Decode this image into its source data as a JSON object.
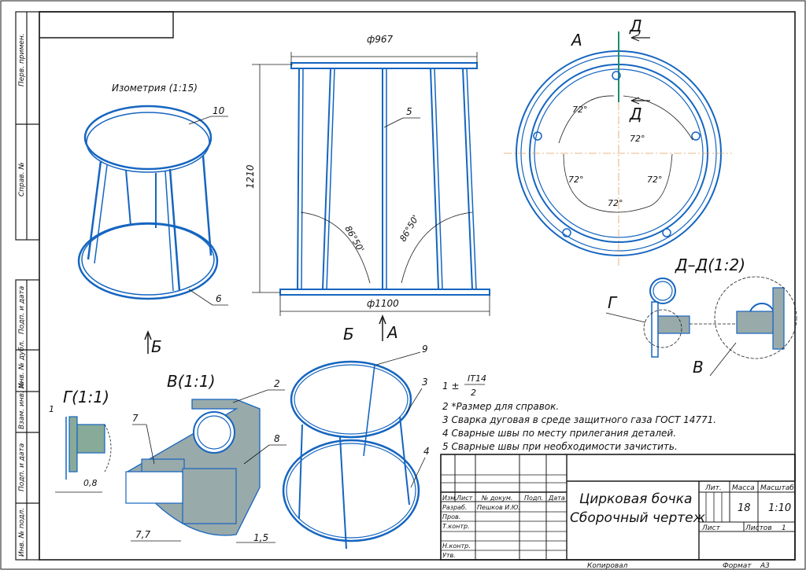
{
  "side_stamp": {
    "perv_primen": "Перв. примен.",
    "sprav_no": "Справ. №",
    "podp_data_1": "Подп. и дата",
    "inv_dubl": "Инв. № дубл.",
    "vzam_inv": "Взам. инв. №",
    "podp_data_2": "Подп. и дата",
    "inv_podl": "Инв. № подл."
  },
  "views": {
    "isometry_title": "Изометрия (1:15)",
    "leader_10": "10",
    "leader_6": "6",
    "dim_top_diameter": "ф967",
    "dim_height": "1210",
    "leader_5": "5",
    "angle_left": "86°50'",
    "angle_right": "86°50'",
    "dim_bottom_diameter": "ф1100",
    "label_b_bottom": "Б",
    "label_a_bottom": "А",
    "label_b_left": "Б",
    "label_a_top": "А",
    "label_d_top": "Д",
    "label_d_mid": "Д",
    "angle_72_a": "72°",
    "angle_72_b": "72°",
    "angle_72_c": "72°",
    "angle_72_d": "72°",
    "angle_72_e": "72°",
    "section_dd": "Д–Д(1:2)",
    "label_g": "Г",
    "label_v": "В",
    "detail_g": "Г(1:1)",
    "detail_g_leader": "1",
    "detail_g_dim": "0,8",
    "detail_v": "В(1:1)",
    "detail_v_leader_7": "7",
    "detail_v_leader_2": "2",
    "detail_v_leader_8": "8",
    "detail_v_dim_left": "7,7",
    "detail_v_dim_right": "1,5",
    "view_b_leader_9": "9",
    "view_b_leader_3": "3",
    "view_b_leader_4": "4"
  },
  "notes": {
    "n1_prefix": "1 ±",
    "n1_num": "IT14",
    "n1_den": "2",
    "n2": "2  *Размер для справок.",
    "n3": "3  Сварка дуговая в среде защитного газа ГОСТ 14771.",
    "n4": "4  Сварные швы по месту прилегания деталей.",
    "n5": "5  Сварные швы при необходимости зачистить."
  },
  "title_block": {
    "title_line1": "Цирковая бочка",
    "title_line2": "Сборочный чертеж",
    "h_izm": "Изм.",
    "h_list": "Лист",
    "h_dokum": "№ докум.",
    "h_podp": "Подп.",
    "h_data": "Дата",
    "razrab": "Разраб.",
    "razrab_name": "Пешков И.Ю.",
    "prov": "Пров.",
    "tkontr": "Т.контр.",
    "nkontr": "Н.контр.",
    "utv": "Утв.",
    "lit": "Лит.",
    "massa": "Масса",
    "masshtab": "Масштаб",
    "massa_val": "18",
    "masshtab_val": "1:10",
    "list": "Лист",
    "listov": "Листов",
    "listov_val": "1",
    "kopiroval": "Копировал",
    "format": "Формат",
    "format_val": "А3"
  }
}
